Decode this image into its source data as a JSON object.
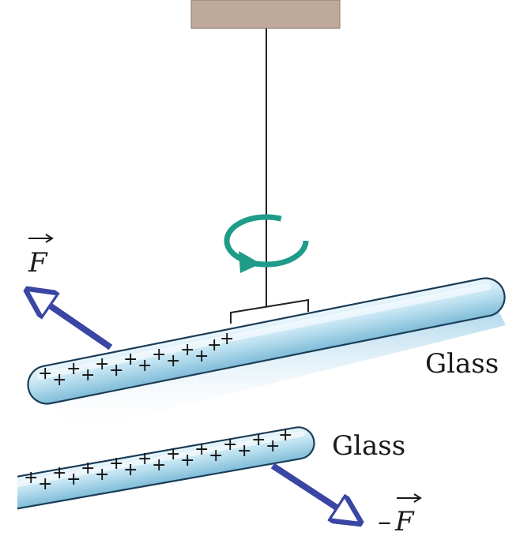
{
  "labels": {
    "upper_rod": "Glass",
    "lower_rod": "Glass",
    "force_upper": "F",
    "force_lower": "F",
    "force_lower_sign": "–"
  },
  "icons": {
    "rotation": "circular-rotation-arrow-icon",
    "vector_arrow": "vector-arrow-icon"
  },
  "colors": {
    "ceiling": "#bfa99a",
    "rod_fill": "#c9e8f5",
    "rod_outline": "#1b3d57",
    "force_arrow": "#3a46a3",
    "rotation_arrow": "#1f9b8a"
  }
}
